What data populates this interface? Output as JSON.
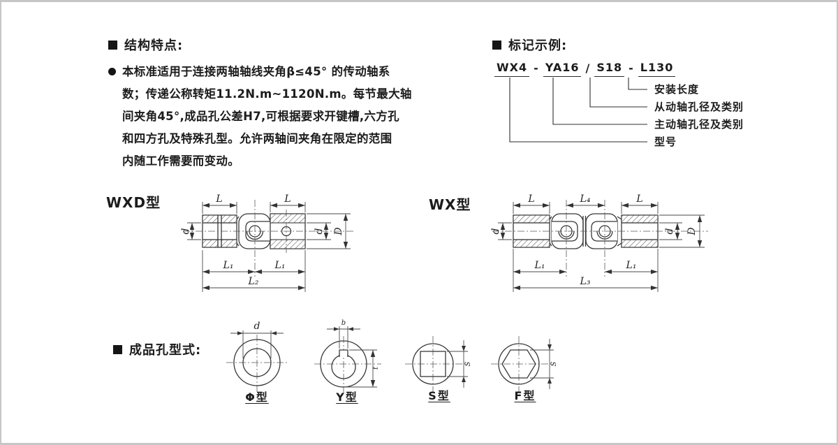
{
  "features": {
    "heading": "结构特点:",
    "lines": [
      "本标准适用于连接两轴轴线夹角β≤45° 的传动轴系",
      "数；传递公称转矩11.2N.m~1120N.m。每节最大轴",
      "间夹角45°,成品孔公差H7,可根据要求开键槽,六方孔",
      "和四方孔及特殊孔型。允许两轴间夹角在限定的范围",
      "内随工作需要而变动。"
    ]
  },
  "marking": {
    "heading": "标记示例:",
    "code": {
      "model": "WX4",
      "sep1": "-",
      "drive": "YA16",
      "sep2": "/",
      "driven": "S18",
      "sep3": "-",
      "length": "L130"
    },
    "labels": {
      "install_length": "安装长度",
      "driven_hole": "从动轴孔径及类别",
      "drive_hole": "主动轴孔径及类别",
      "model_no": "型号"
    }
  },
  "diagrams": {
    "wxd": {
      "title": "WXD型",
      "dim_L": "L",
      "dim_L1": "L₁",
      "dim_L2": "L₂",
      "dim_d": "d",
      "dim_D": "D"
    },
    "wx": {
      "title": "WX型",
      "dim_L": "L",
      "dim_L1": "L₁",
      "dim_L3": "L₃",
      "dim_L4": "L₄",
      "dim_d": "d",
      "dim_D": "D"
    }
  },
  "holes": {
    "heading": "成品孔型式:",
    "phi": {
      "label": "Φ型",
      "dim_d": "d"
    },
    "y": {
      "label": "Y型",
      "dim_b": "b",
      "dim_t": "t"
    },
    "s": {
      "label": "S型",
      "dim_s": "S"
    },
    "f": {
      "label": "F型",
      "dim_s": "S"
    }
  }
}
